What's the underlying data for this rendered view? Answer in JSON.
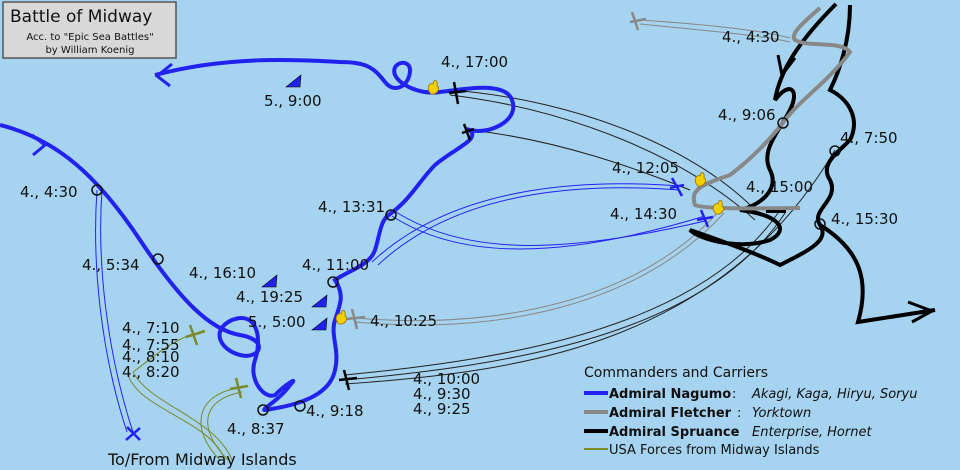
{
  "title": {
    "main": "Battle of Midway",
    "line1": "Acc. to \"Epic Sea Battles\"",
    "line2": "by William Koenig"
  },
  "labels": {
    "t_4_1700": "4., 17:00",
    "t_5_0900": "5., 9:00",
    "t_4_0430a": "4., 4:30",
    "t_4_0430b": "4., 4:30",
    "t_4_0906": "4., 9:06",
    "t_4_0750": "4., 7:50",
    "t_4_1205": "4., 12:05",
    "t_4_1500": "4., 15:00",
    "t_4_1430": "4., 14:30",
    "t_4_1530": "4., 15:30",
    "t_4_1331": "4., 13:31",
    "t_4_0534": "4., 5:34",
    "t_4_1610": "4., 16:10",
    "t_4_1100": "4., 11:00",
    "t_4_1925": "4., 19:25",
    "t_5_0500": "5., 5:00",
    "t_4_1025": "4., 10:25",
    "t_4_0710": "4., 7:10",
    "t_4_0755": "4., 7:55",
    "t_4_0810": "4., 8:10",
    "t_4_0820": "4., 8:20",
    "t_4_1000": "4., 10:00",
    "t_4_0930": "4.,   9:30",
    "t_4_0925": "4.,   9:25",
    "t_4_0918": "4., 9:18",
    "t_4_0837": "4., 8:37",
    "midway": "To/From Midway Islands"
  },
  "legend": {
    "heading": "Commanders and Carriers",
    "items": [
      {
        "commander": "Admiral Nagumo",
        "sep": ":",
        "carriers": "Akagi, Kaga, Hiryu, Soryu",
        "color": "#2222ee"
      },
      {
        "commander": "Admiral Fletcher",
        "sep": ":",
        "carriers": "Yorktown",
        "color": "#888888"
      },
      {
        "commander": "Admiral Spruance",
        "sep": ":",
        "carriers": "Enterprise, Hornet",
        "color": "#000000"
      }
    ],
    "usa_forces": "USA Forces from Midway Islands",
    "usa_color": "#7a8a2a"
  },
  "colors": {
    "sea": "#a6d3ef",
    "nagumo": "#2222ee",
    "fletcher": "#888888",
    "spruance": "#000000",
    "midway_forces": "#7a8a2a",
    "fire": "#f0d000"
  }
}
